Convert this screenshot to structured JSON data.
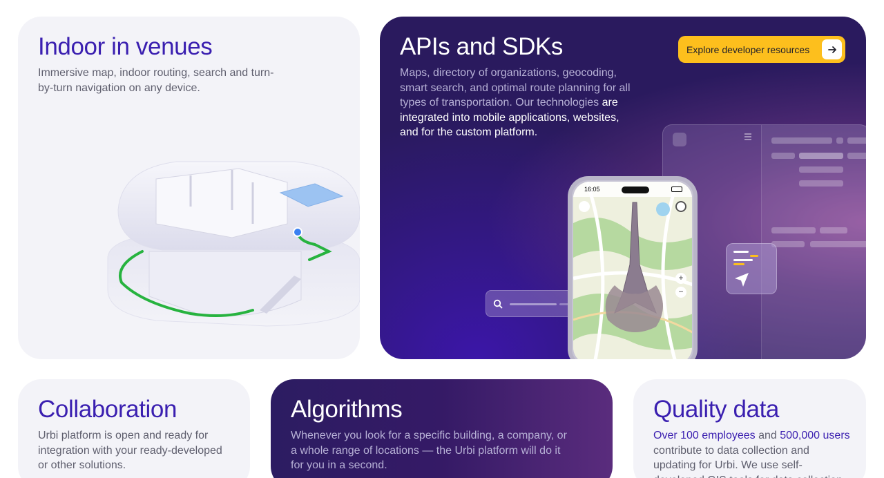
{
  "indoor": {
    "title": "Indoor in venues",
    "description": "Immersive map, indoor routing, search and turn-by-turn navigation on any device."
  },
  "apis": {
    "title": "APIs and SDKs",
    "description_part1": "Maps, directory of organizations, geocoding, smart search, and optimal route planning for all types of transportation. Our technologies",
    "description_part2": " are integrated into mobile applications, websites, and for the custom platform.",
    "cta_label": "Explore developer resources",
    "phone_time": "16:05"
  },
  "collaboration": {
    "title": "Collaboration",
    "description": "Urbi platform is open and ready for integration with your ready-developed or other solutions."
  },
  "algorithms": {
    "title": "Algorithms",
    "description": "Whenever you look for a specific building, a company, or a whole range of locations — the Urbi platform will do it for you in a second."
  },
  "quality": {
    "title": "Quality data",
    "hl1": "Over 100 employees",
    "text1": " and ",
    "hl2": "500,000 users",
    "text2": " contribute to data collection and updating for Urbi. We use self-developed GIS tools for data collection"
  },
  "icons": {
    "cta_arrow": "arrow-right-icon",
    "search": "search-icon",
    "menu": "hamburger-menu-icon",
    "navigation": "navigation-arrow-icon"
  },
  "colors": {
    "accent_purple": "#3a1fb0",
    "cta_yellow": "#fdbf1d",
    "route_green": "#27b33f"
  }
}
